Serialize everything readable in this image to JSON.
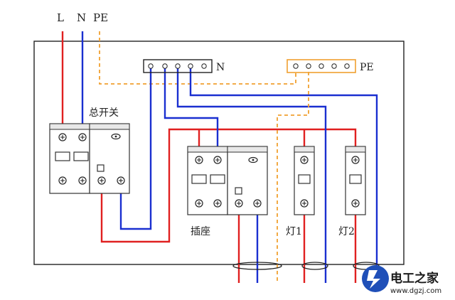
{
  "labels": {
    "l": "L",
    "n": "N",
    "pe": "PE",
    "n_bar": "N",
    "pe_bar": "PE",
    "main_switch": "总开关",
    "socket": "插座",
    "light1": "灯1",
    "light2": "灯2"
  },
  "watermark": {
    "title": "电工之家",
    "url": "www.dgzj.com"
  },
  "colors": {
    "live": "#e02020",
    "neutral": "#1a2fd0",
    "earth": "#f0a030",
    "watermark_blue": "#1f4fb8"
  }
}
